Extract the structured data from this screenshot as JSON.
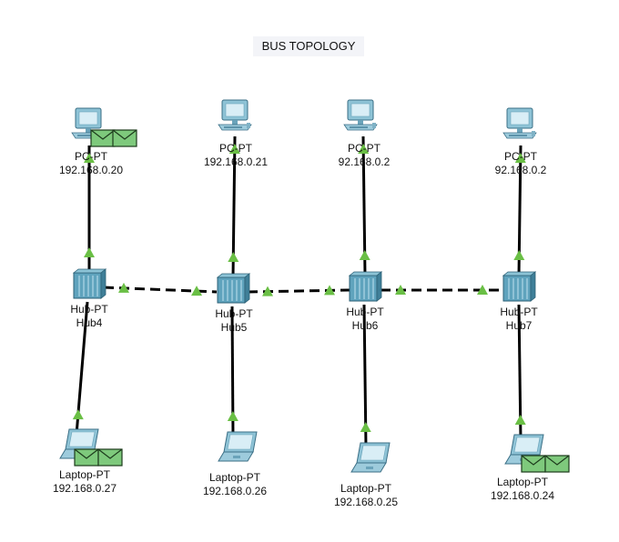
{
  "title": "BUS TOPOLOGY",
  "colors": {
    "link": "#000000",
    "link_status": "#6abf45",
    "device": "#5fa3bd",
    "envelope": "#7ec97c"
  },
  "devices": {
    "pc1": {
      "type": "PC-PT",
      "ip": "192.168.0.20",
      "icon": "pc-icon"
    },
    "pc2": {
      "type": "PC-PT",
      "ip": "192.168.0.21",
      "icon": "pc-icon"
    },
    "pc3": {
      "type": "PC-PT",
      "ip": "92.168.0.2",
      "icon": "pc-icon"
    },
    "pc4": {
      "type": "PC-PT",
      "ip": "92.168.0.2",
      "icon": "pc-icon"
    },
    "hub4": {
      "type": "Hub-PT",
      "name": "Hub4",
      "icon": "hub-icon"
    },
    "hub5": {
      "type": "Hub-PT",
      "name": "Hub5",
      "icon": "hub-icon"
    },
    "hub6": {
      "type": "Hub-PT",
      "name": "Hub6",
      "icon": "hub-icon"
    },
    "hub7": {
      "type": "Hub-PT",
      "name": "Hub7",
      "icon": "hub-icon"
    },
    "laptop1": {
      "type": "Laptop-PT",
      "ip": "192.168.0.27",
      "icon": "laptop-icon"
    },
    "laptop2": {
      "type": "Laptop-PT",
      "ip": "192.168.0.26",
      "icon": "laptop-icon"
    },
    "laptop3": {
      "type": "Laptop-PT",
      "ip": "192.168.0.25",
      "icon": "laptop-icon"
    },
    "laptop4": {
      "type": "Laptop-PT",
      "ip": "192.168.0.24",
      "icon": "laptop-icon"
    }
  },
  "links": [
    {
      "from": "pc1",
      "to": "hub4",
      "style": "solid"
    },
    {
      "from": "pc2",
      "to": "hub5",
      "style": "solid"
    },
    {
      "from": "pc3",
      "to": "hub6",
      "style": "solid"
    },
    {
      "from": "pc4",
      "to": "hub7",
      "style": "solid"
    },
    {
      "from": "hub4",
      "to": "laptop1",
      "style": "solid"
    },
    {
      "from": "hub5",
      "to": "laptop2",
      "style": "solid"
    },
    {
      "from": "hub6",
      "to": "laptop3",
      "style": "solid"
    },
    {
      "from": "hub7",
      "to": "laptop4",
      "style": "solid"
    },
    {
      "from": "hub4",
      "to": "hub5",
      "style": "dashed"
    },
    {
      "from": "hub5",
      "to": "hub6",
      "style": "dashed"
    },
    {
      "from": "hub6",
      "to": "hub7",
      "style": "dashed"
    }
  ],
  "pdu_envelopes": [
    {
      "at": "pc1",
      "icon": "envelope-icon"
    },
    {
      "at": "laptop1",
      "icon": "envelope-icon"
    },
    {
      "at": "laptop4",
      "icon": "envelope-icon"
    }
  ]
}
